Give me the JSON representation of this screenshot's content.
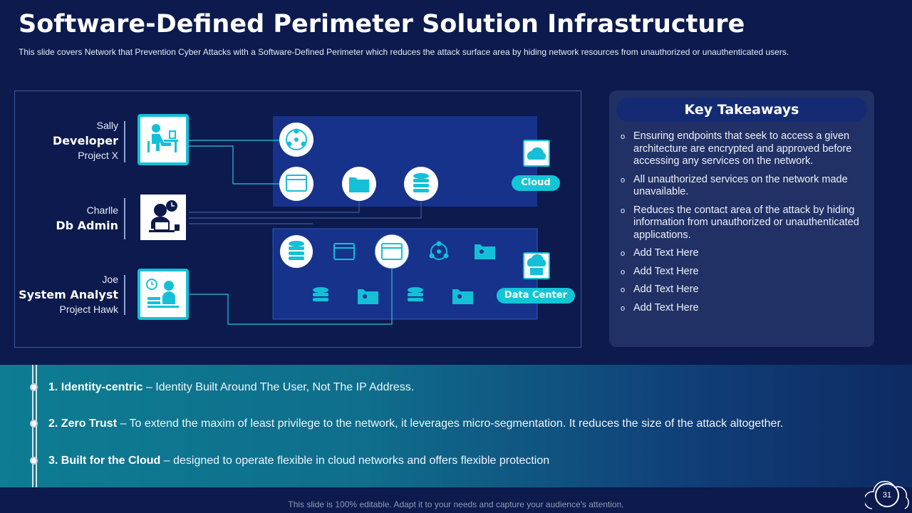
{
  "header": {
    "title": "Software-Defined Perimeter Solution Infrastructure",
    "subtitle": "This slide covers Network that Prevention Cyber Attacks with a Software-Defined  Perimeter which reduces the attack surface area by hiding network resources from unauthorized or unauthenticated users."
  },
  "users": [
    {
      "name": "Sally",
      "role": "Developer",
      "project": "Project X",
      "icon": "developer-desk-icon"
    },
    {
      "name": "Charlle",
      "role": "Db Admin",
      "project": "",
      "icon": "db-admin-laptop-icon"
    },
    {
      "name": "Joe",
      "role": "System Analyst",
      "project": "Project Hawk",
      "icon": "system-analyst-icon"
    }
  ],
  "diagram": {
    "cloud_label": "Cloud",
    "datacenter_label": "Data Center"
  },
  "takeaways": {
    "title": "Key Takeaways",
    "bullet": "o",
    "items": [
      "Ensuring endpoints that seek to access a given architecture are encrypted and approved before accessing any services on the network.",
      "All unauthorized services on the network made unavailable.",
      "Reduces the contact area of the attack by hiding information from unauthorized or unauthenticated applications.",
      "Add Text Here",
      "Add Text Here",
      "Add Text Here",
      "Add Text Here"
    ]
  },
  "principles": [
    {
      "title": "1. Identity-centric",
      "text": " – Identity  Built Around The User, Not The IP Address."
    },
    {
      "title": "2. Zero Trust",
      "text": " – To extend the maxim of least privilege to the network,  it leverages micro-segmentation.  It reduces the size of the attack altogether."
    },
    {
      "title": "3. Built for the Cloud",
      "text": " –   designed to operate flexible in cloud networks and offers flexible protection"
    }
  ],
  "footer": {
    "note": "This slide is 100% editable. Adapt it to your needs and capture your audience's attention.",
    "page_number": "31"
  },
  "colors": {
    "background": "#0c1a4d",
    "accent": "#13c5d6",
    "panel": "#213166"
  }
}
